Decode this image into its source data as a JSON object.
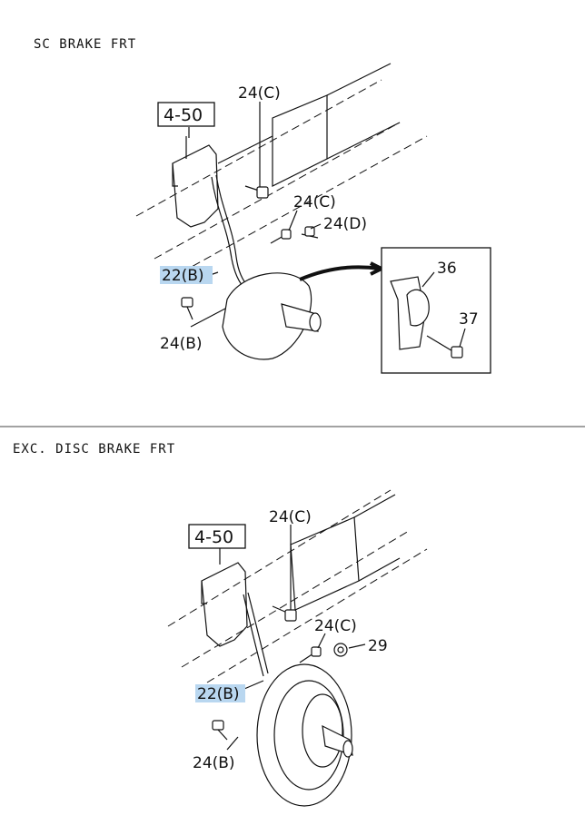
{
  "sections": [
    {
      "title": "SC BRAKE FRT",
      "ref_box": "4-50",
      "labels": {
        "bolt_top": "24(C)",
        "bolt_mid": "24(C)",
        "bolt_d": "24(D)",
        "sensor": "22(B)",
        "bolt_bottom": "24(B)",
        "detail_part": "36",
        "detail_bolt": "37"
      }
    },
    {
      "title": "EXC. DISC BRAKE FRT",
      "ref_box": "4-50",
      "labels": {
        "bolt_top": "24(C)",
        "bolt_mid": "24(C)",
        "nut": "29",
        "sensor": "22(B)",
        "bolt_bottom": "24(B)"
      }
    }
  ],
  "colors": {
    "highlight": "#b9d7f0",
    "line": "#111111"
  }
}
